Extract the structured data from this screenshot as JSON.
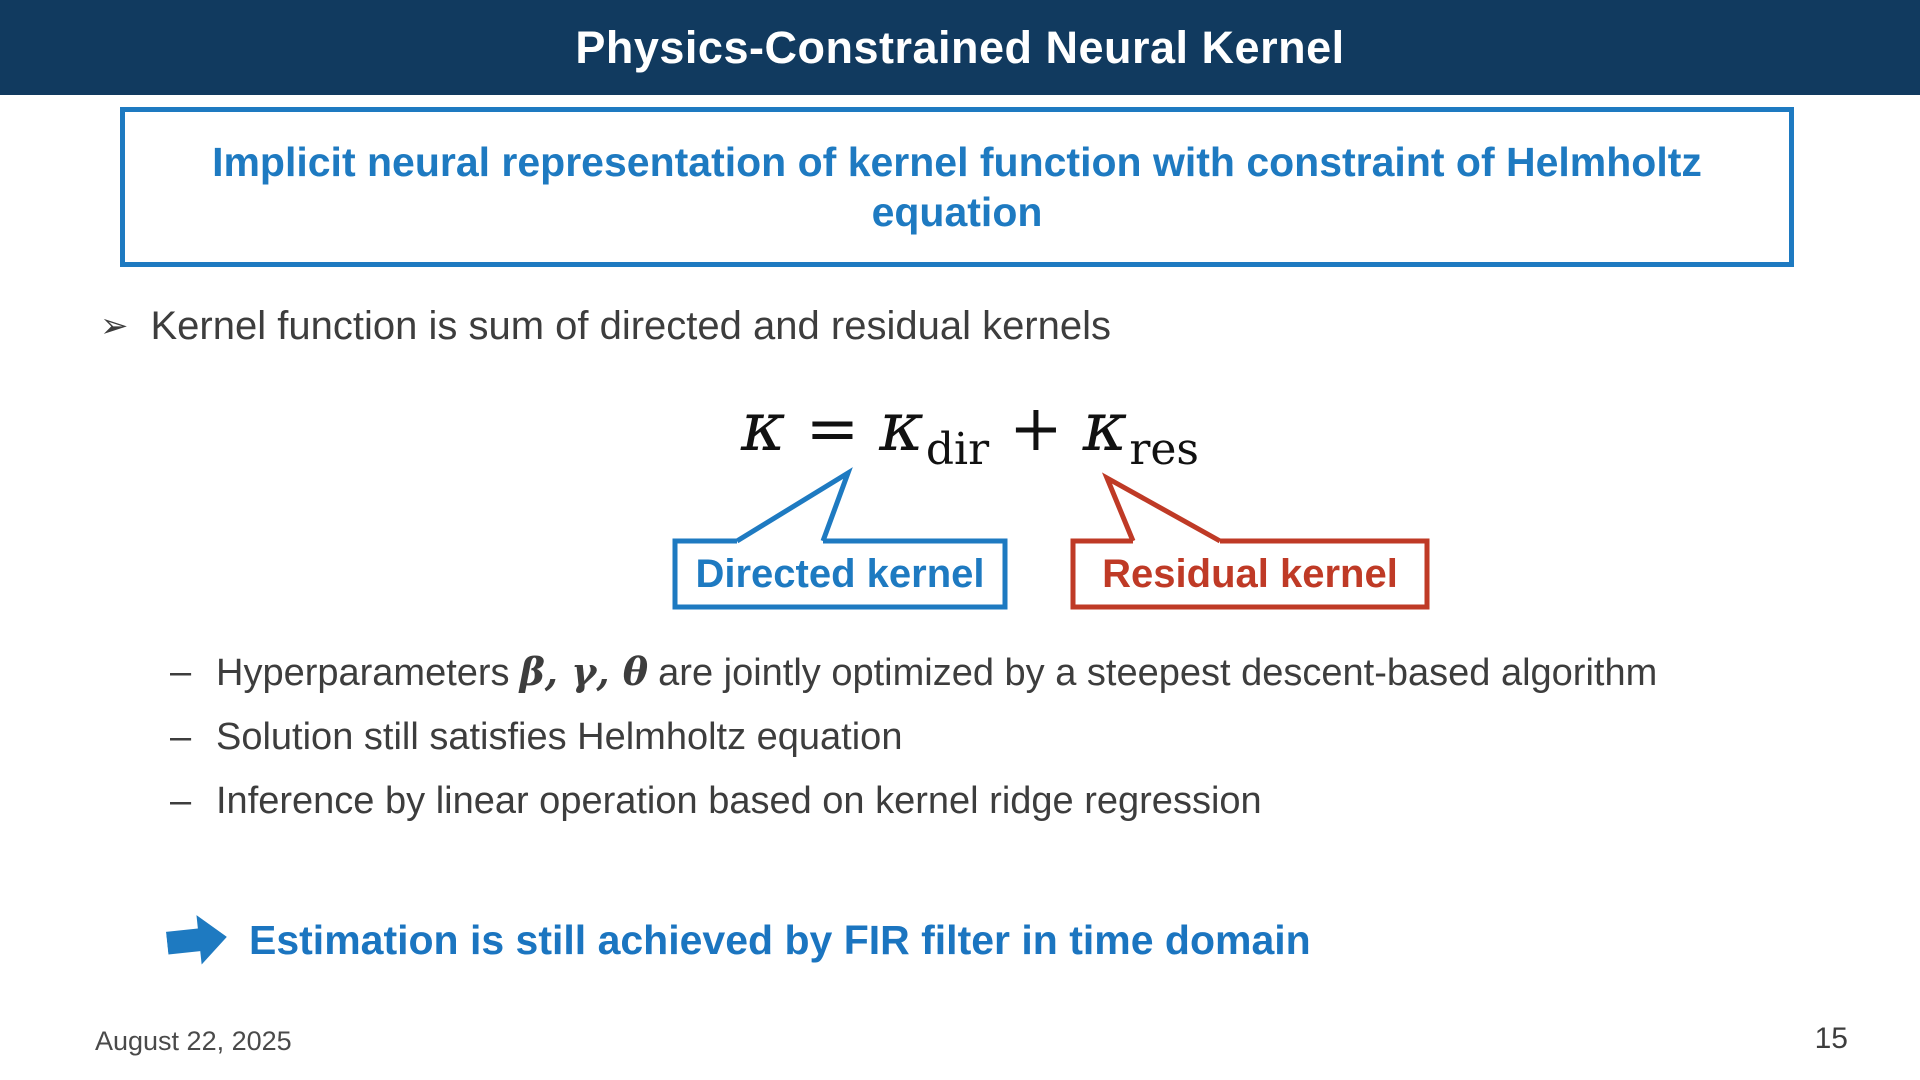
{
  "slide": {
    "header": {
      "title": "Physics-Constrained Neural Kernel"
    },
    "topic_box": {
      "text": "Implicit neural representation of kernel function with constraint of Helmholtz equation"
    },
    "bullet": {
      "marker": "➢",
      "text": "Kernel function is sum of directed and residual kernels"
    },
    "formula": {
      "lhs": "κ",
      "equals": "=",
      "term1_base": "κ",
      "term1_sub": "dir",
      "plus": "+",
      "term2_base": "κ",
      "term2_sub": "res"
    },
    "callouts": [
      {
        "label": "Directed kernel",
        "color": "#1e7ac1",
        "points_to": "κ_dir"
      },
      {
        "label": "Residual kernel",
        "color": "#bf3a26",
        "points_to": "κ_res"
      }
    ],
    "sub_bullets": [
      {
        "marker": "–",
        "prefix": "Hyperparameters",
        "math": "β, γ, θ",
        "suffix": "are jointly optimized by a steepest descent-based algorithm"
      },
      {
        "marker": "–",
        "text": "Solution still satisfies Helmholtz equation"
      },
      {
        "marker": "–",
        "text": "Inference by linear operation based on kernel ridge regression"
      }
    ],
    "conclusion": {
      "text": "Estimation is still achieved by FIR filter in time domain"
    },
    "footer": {
      "date": "August 22, 2025",
      "page_number": "15"
    },
    "colors": {
      "header_bg": "#113a5f",
      "accent_blue": "#1e7ac1",
      "accent_red": "#bf3a26",
      "body_text": "#3d3d3d"
    }
  }
}
